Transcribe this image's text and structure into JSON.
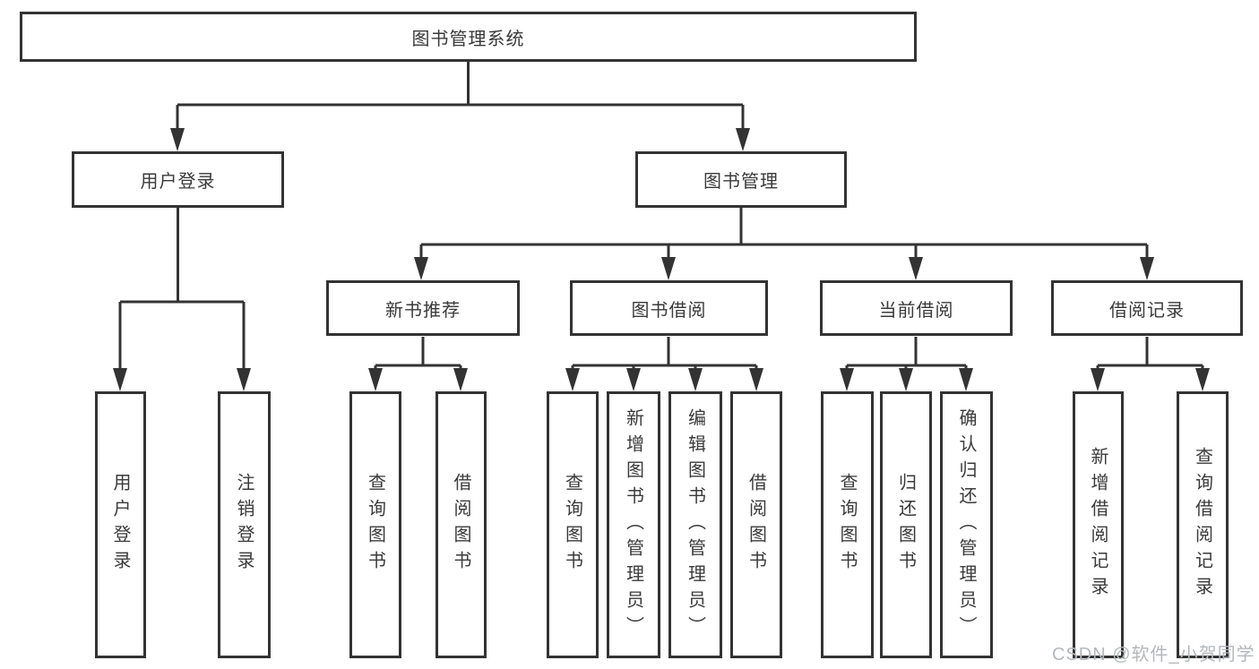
{
  "diagram": {
    "root": {
      "label": "图书管理系统"
    },
    "level2": [
      {
        "label": "用户登录"
      },
      {
        "label": "图书管理"
      }
    ],
    "level3": [
      {
        "label": "新书推荐"
      },
      {
        "label": "图书借阅"
      },
      {
        "label": "当前借阅"
      },
      {
        "label": "借阅记录"
      }
    ],
    "leaves": {
      "user_login": [
        "用户登录",
        "注销登录"
      ],
      "new_book": [
        "查询图书",
        "借阅图书"
      ],
      "book_borrow": [
        "查询图书",
        "新增图书（管理员）",
        "编辑图书（管理员）",
        "借阅图书"
      ],
      "current_borrow": [
        "查询图书",
        "归还图书",
        "确认归还（管理员）"
      ],
      "borrow_record": [
        "新增借阅记录",
        "查询借阅记录"
      ]
    }
  },
  "watermark": "CSDN @软件_小贺同学",
  "colors": {
    "line": "#333333",
    "text": "#3a3a3a",
    "box_background": "#ffffff",
    "watermark": "#b4b8bc"
  }
}
